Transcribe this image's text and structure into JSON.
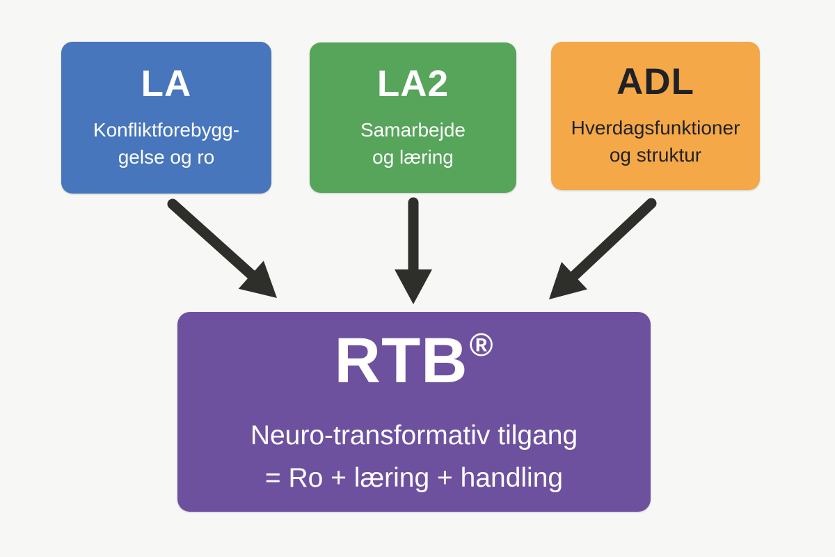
{
  "diagram": {
    "background_color": "#f7f7f5",
    "boxes": {
      "la": {
        "title": "LA",
        "subtitle_line1": "Konfliktforebygg-",
        "subtitle_line2": "gelse og ro",
        "color": "#4776bc",
        "text_color": "#ffffff"
      },
      "la2": {
        "title": "LA2",
        "subtitle_line1": "Samarbejde",
        "subtitle_line2": "og læring",
        "color": "#57a45b",
        "text_color": "#ffffff"
      },
      "adl": {
        "title": "ADL",
        "subtitle_line1": "Hverdagsfunktioner",
        "subtitle_line2": "og struktur",
        "color": "#f4a847",
        "text_color": "#1f2126"
      },
      "rtb": {
        "title": "RTB",
        "registered_mark": "®",
        "subtitle_line1": "Neuro-transformativ tilgang",
        "subtitle_line2": "= Ro + læring + handling",
        "color": "#6d519f",
        "text_color": "#ffffff"
      }
    },
    "arrows": {
      "color": "#2e2e2b",
      "items": [
        {
          "name": "arrow-la-to-rtb"
        },
        {
          "name": "arrow-la2-to-rtb"
        },
        {
          "name": "arrow-adl-to-rtb"
        }
      ]
    }
  }
}
